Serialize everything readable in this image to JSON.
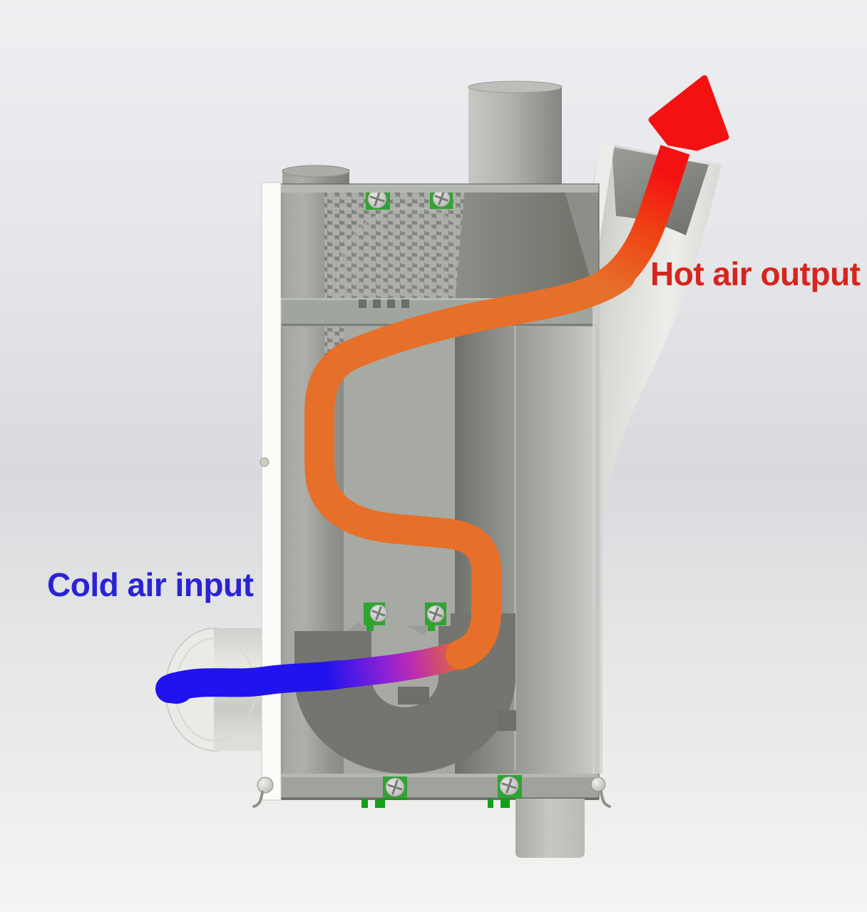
{
  "figure": {
    "description": "3D render of an air heating unit with annotated airflow path"
  },
  "annotations": {
    "cold_label": {
      "text": "Cold air input",
      "color": "#2a23d4"
    },
    "hot_label": {
      "text": "Hot air output",
      "color": "#d6251f"
    }
  },
  "flow": {
    "cold_color": "#2013ee",
    "mix_color": "#bb2bb4",
    "warm_color": "#e66f2a",
    "hot_color": "#f41111"
  },
  "device": {
    "screw_pad_color": "#13a015"
  }
}
